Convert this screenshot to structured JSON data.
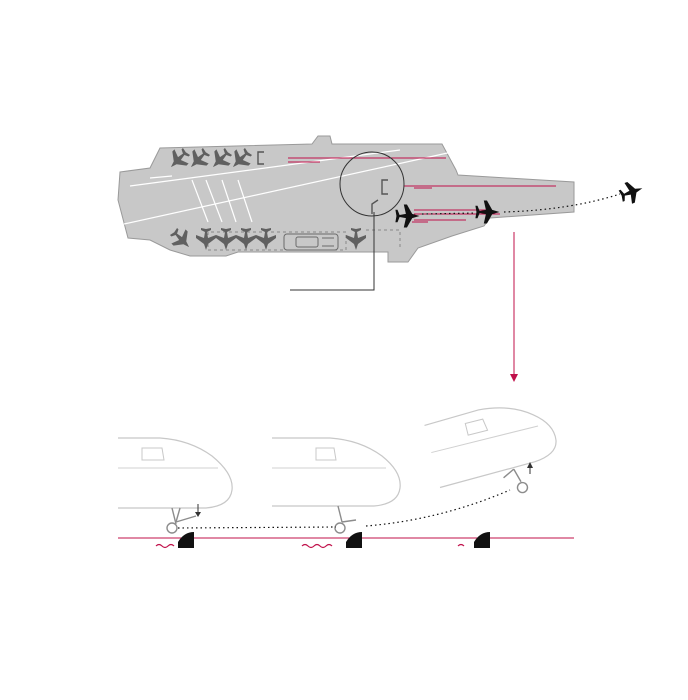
{
  "colors": {
    "background": "#ffffff",
    "deck": "#c8c8c8",
    "deck_outline": "#8a8a8a",
    "deck_marking": "#ffffff",
    "parked_aircraft": "#606060",
    "active_aircraft": "#111111",
    "accent_line": "#c0104a",
    "leader_line": "#222222",
    "ghost_aircraft": "#c4c4c4",
    "gear": "#8c8c8c",
    "wave": "#c0104a",
    "ramp": "#111111"
  },
  "icons": {
    "parked_jet": "jet-silhouette",
    "launching_jet": "jet-silhouette",
    "catapult_shuttle": "shuttle-hump",
    "wave": "wave-squiggle"
  },
  "diagram": {
    "top_view": "aircraft-carrier-deck",
    "detail": "catapult-launch-side-view",
    "stages": 3
  }
}
